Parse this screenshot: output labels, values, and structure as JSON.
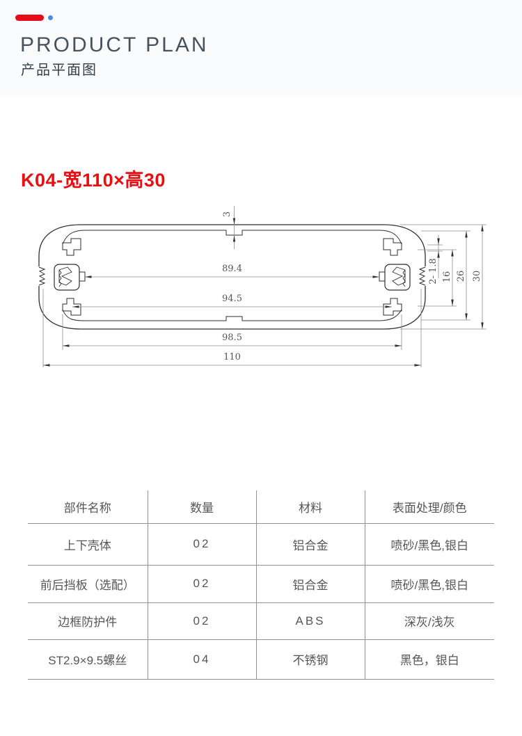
{
  "header": {
    "title_en": "PRODUCT PLAN",
    "title_cn": "产品平面图"
  },
  "product_title": "K04-宽110×高30",
  "colors": {
    "accent_red": "#e60d18",
    "accent_blue": "#4a89e8",
    "title_red": "#e60f12",
    "header_band": "#fafbfd",
    "table_line": "#949494",
    "drawing_line": "#2e2e2e"
  },
  "drawing": {
    "description": "Cross-section of aluminum enclosure profile K04 with screw bosses left/right, center notches and dimension lines",
    "dimensions": {
      "notch_depth": "3",
      "boss_span": "89.4",
      "step_span": "94.5",
      "body_width": "98.5",
      "overall_width": "110",
      "groove": "2- 1.8",
      "cavity_height": "16",
      "inner_height": "26",
      "overall_height": "30"
    }
  },
  "table": {
    "headers": [
      "部件名称",
      "数量",
      "材料",
      "表面处理/颜色"
    ],
    "rows": [
      [
        "上下壳体",
        "02",
        "铝合金",
        "喷砂/黑色,银白"
      ],
      [
        "前后挡板（选配）",
        "02",
        "铝合金",
        "喷砂/黑色,银白"
      ],
      [
        "边框防护件",
        "02",
        "ABS",
        "深灰/浅灰"
      ],
      [
        "ST2.9×9.5螺丝",
        "04",
        "不锈钢",
        "黑色，银白"
      ]
    ]
  }
}
